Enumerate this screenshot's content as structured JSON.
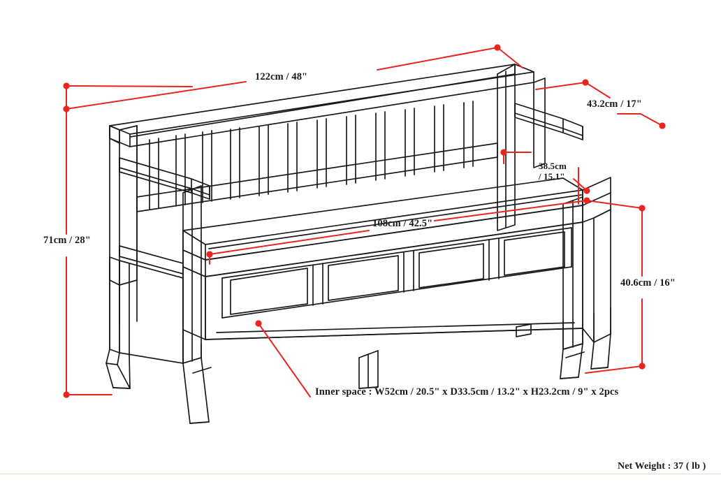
{
  "drawing": {
    "type": "technical-dimension-drawing",
    "subject": "storage bench with back slats and arms",
    "view": "isometric line drawing",
    "line_color": "#1a1a1a",
    "dimension_color": "#e8251f",
    "background_color": "#ffffff"
  },
  "dimensions": {
    "overall_width": "122cm / 48\"",
    "overall_depth": "43.2cm / 17\"",
    "overall_height": "71cm / 28\"",
    "seat_width": "108cm / 42.5\"",
    "back_height_above_seat_line1": "38.5cm",
    "back_height_above_seat_line2": "/ 15.1\"",
    "seat_height": "40.6cm / 16\""
  },
  "annotations": {
    "inner_space": "Inner space : W52cm / 20.5\" x D33.5cm / 13.2\" x H23.2cm / 9\" x 2pcs",
    "net_weight": "Net Weight : 37 ( lb )"
  }
}
